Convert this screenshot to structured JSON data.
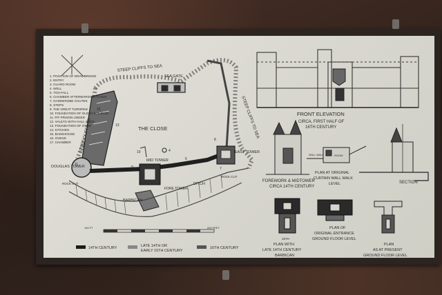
{
  "plan": {
    "legend_items": [
      "1. POSITION OF DRAWBRIDGE",
      "2. ENTRY",
      "3. GUARD ROOM",
      "4. WELL",
      "5. TOO-FALL",
      "6. CHAMBER AFTERWARDS KITCHEN",
      "7. GARDEROBE CHUTES",
      "8. STEPS",
      "9. THE GREAT TURNPIKE",
      "10. FOUNDATION OF OLDER BUILDING",
      "11. PIT PRISON UNDER",
      "12. VAULTS WITH HALL OVER",
      "13. FOUNDATION OF STAIR",
      "14. KITCHEN",
      "15. BAKEHOUSE",
      "16. OVENS",
      "17. CHAMBER"
    ],
    "labels": {
      "steep_cliffs_top": "STEEP CLIFFS TO SEA",
      "steep_cliffs_right": "STEEP CLIFFS TO SEA",
      "steep_cliffs_left": "STEEP CLIFFS TO",
      "sea_gate": "SEA GATE",
      "the_close": "THE CLOSE",
      "douglas_tower": "DOUGLAS TOWER",
      "mid_tower": "MID TOWER",
      "east_tower": "EAST TOWER",
      "barbican": "BARBICAN",
      "fore_tower": "FORE TOWER",
      "ditch": "DITCH",
      "rock_cut_left": "ROCK CUT",
      "rock_cut_right": "ROCK CUT"
    },
    "numbers": {
      "n1": "1",
      "n4": "4",
      "n5": "5",
      "n7": "7",
      "n8": "8",
      "n9": "9",
      "n10": "10",
      "n11": "11",
      "n13": "13",
      "n16": "16"
    },
    "scale": {
      "left": "100 FT",
      "right": "200 FEET"
    }
  },
  "key": {
    "c14": "14TH CENTURY",
    "c14_15a": "LATE 14TH OR",
    "c14_15b": "EARLY 15TH CENTURY",
    "c16": "16TH CENTURY"
  },
  "elevations": {
    "front_title": "FRONT ELEVATION",
    "front_sub1": "CIRCA, FIRST HALF OF",
    "front_sub2": "16TH CENTURY",
    "forework_1": "FOREWORK & MIDTOWER",
    "forework_2": "CIRCA 14TH CENTURY",
    "wall_walk": "WALL WALK",
    "room": "ROOM",
    "plan_curtain_1": "PLAN AT ORIGINAL",
    "plan_curtain_2": "CURTAIN WALL WALK",
    "plan_curtain_3": "LEVEL",
    "section": "SECTION",
    "plan_barbican_0": "16TH",
    "plan_barbican_1": "PLAN WITH",
    "plan_barbican_2": "LATE 14TH CENTURY",
    "plan_barbican_3": "BARBICAN",
    "plan_entrance_1": "PLAN OF",
    "plan_entrance_2": "ORIGINAL ENTRANCE",
    "plan_entrance_3": "GROUND FLOOR LEVEL",
    "plan_present_1": "PLAN",
    "plan_present_2": "AS AT PRESENT",
    "plan_present_3": "GROUND FLOOR LEVEL"
  }
}
